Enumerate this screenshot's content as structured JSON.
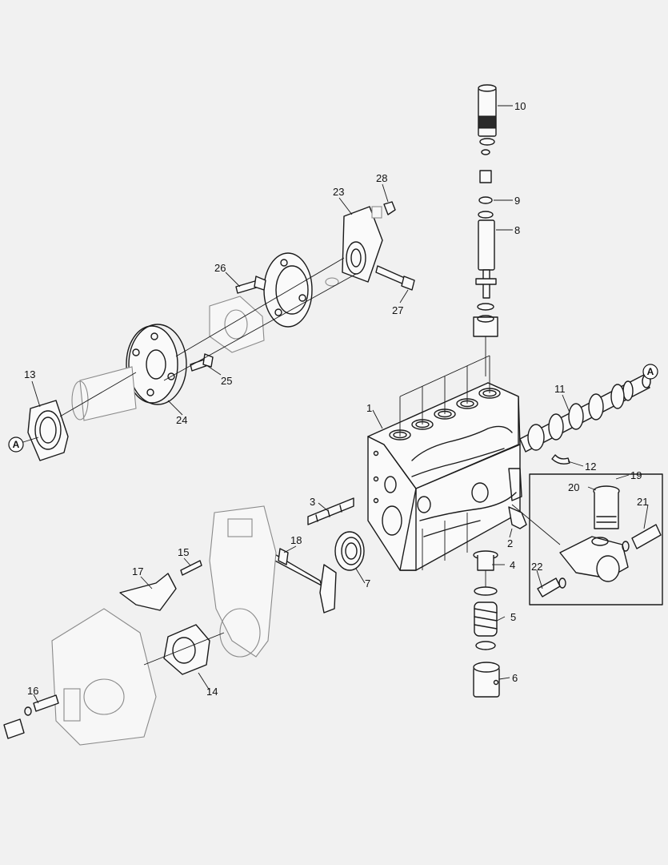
{
  "callouts": {
    "c1": "1",
    "c2": "2",
    "c3": "3",
    "c4": "4",
    "c5": "5",
    "c6": "6",
    "c7": "7",
    "c8": "8",
    "c9": "9",
    "c10": "10",
    "c11": "11",
    "c12": "12",
    "c13": "13",
    "c14": "14",
    "c15": "15",
    "c16": "16",
    "c17": "17",
    "c18": "18",
    "c19": "19",
    "c20": "20",
    "c21": "21",
    "c22": "22",
    "c23": "23",
    "c24": "24",
    "c25": "25",
    "c26": "26",
    "c27": "27",
    "c28": "28"
  },
  "reference_marks": {
    "left": "A",
    "right": "A"
  },
  "colors": {
    "line": "#1a1a1a",
    "ghost_line": "#8a8a8a",
    "background": "#f1f1f1"
  }
}
